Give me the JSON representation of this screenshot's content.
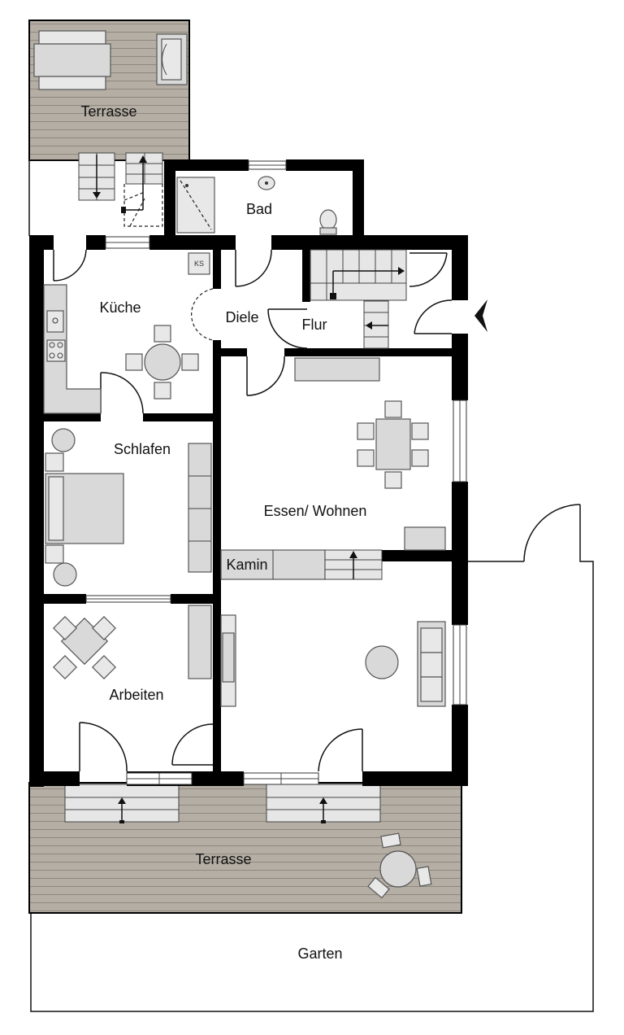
{
  "rooms": {
    "terrasse_top": "Terrasse",
    "bad": "Bad",
    "kueche": "Küche",
    "ks": "KS",
    "diele": "Diele",
    "flur": "Flur",
    "schlafen": "Schlafen",
    "essen_wohnen": "Essen/ Wohnen",
    "kamin": "Kamin",
    "arbeiten": "Arbeiten",
    "terrasse_bottom": "Terrasse",
    "garten": "Garten"
  },
  "colors": {
    "deck": "#b4aea4",
    "deck_line": "#8e887e",
    "wall": "#000000",
    "furniture": "#d9d9d9"
  }
}
